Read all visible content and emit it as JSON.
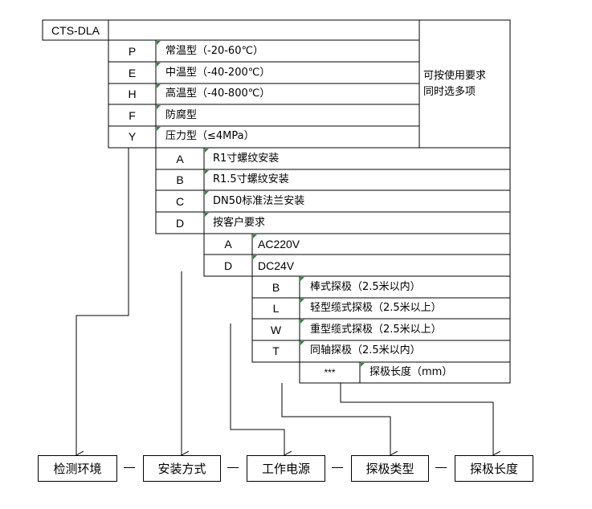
{
  "model": "CTS-DLA",
  "groups": {
    "environment": [
      {
        "code": "P",
        "desc": "常温型（-20-60℃）"
      },
      {
        "code": "E",
        "desc": "中温型（-40-200℃）"
      },
      {
        "code": "H",
        "desc": "高温型（-40-800℃）"
      },
      {
        "code": "F",
        "desc": "防腐型"
      },
      {
        "code": "Y",
        "desc": "压力型（≤4MPa）"
      }
    ],
    "environment_note": [
      "可按使用要求",
      "同时选多项"
    ],
    "installation": [
      {
        "code": "A",
        "desc": "R1寸螺纹安装"
      },
      {
        "code": "B",
        "desc": "R1.5寸螺纹安装"
      },
      {
        "code": "C",
        "desc": "DN50标准法兰安装"
      },
      {
        "code": "D",
        "desc": "按客户要求"
      }
    ],
    "power": [
      {
        "code": "A",
        "desc": "AC220V"
      },
      {
        "code": "D",
        "desc": "DC24V"
      }
    ],
    "probe_type": [
      {
        "code": "B",
        "desc": "棒式探极（2.5米以内）"
      },
      {
        "code": "L",
        "desc": "轻型缆式探极（2.5米以上）"
      },
      {
        "code": "W",
        "desc": "重型缆式探极（2.5米以上）"
      },
      {
        "code": "T",
        "desc": "同轴探极（2.5米以内）"
      }
    ],
    "probe_length": {
      "code": "***",
      "desc": "探极长度（mm）"
    }
  },
  "bottom_labels": [
    "检测环境",
    "安装方式",
    "工作电源",
    "探极类型",
    "探极长度"
  ],
  "separator": "—"
}
